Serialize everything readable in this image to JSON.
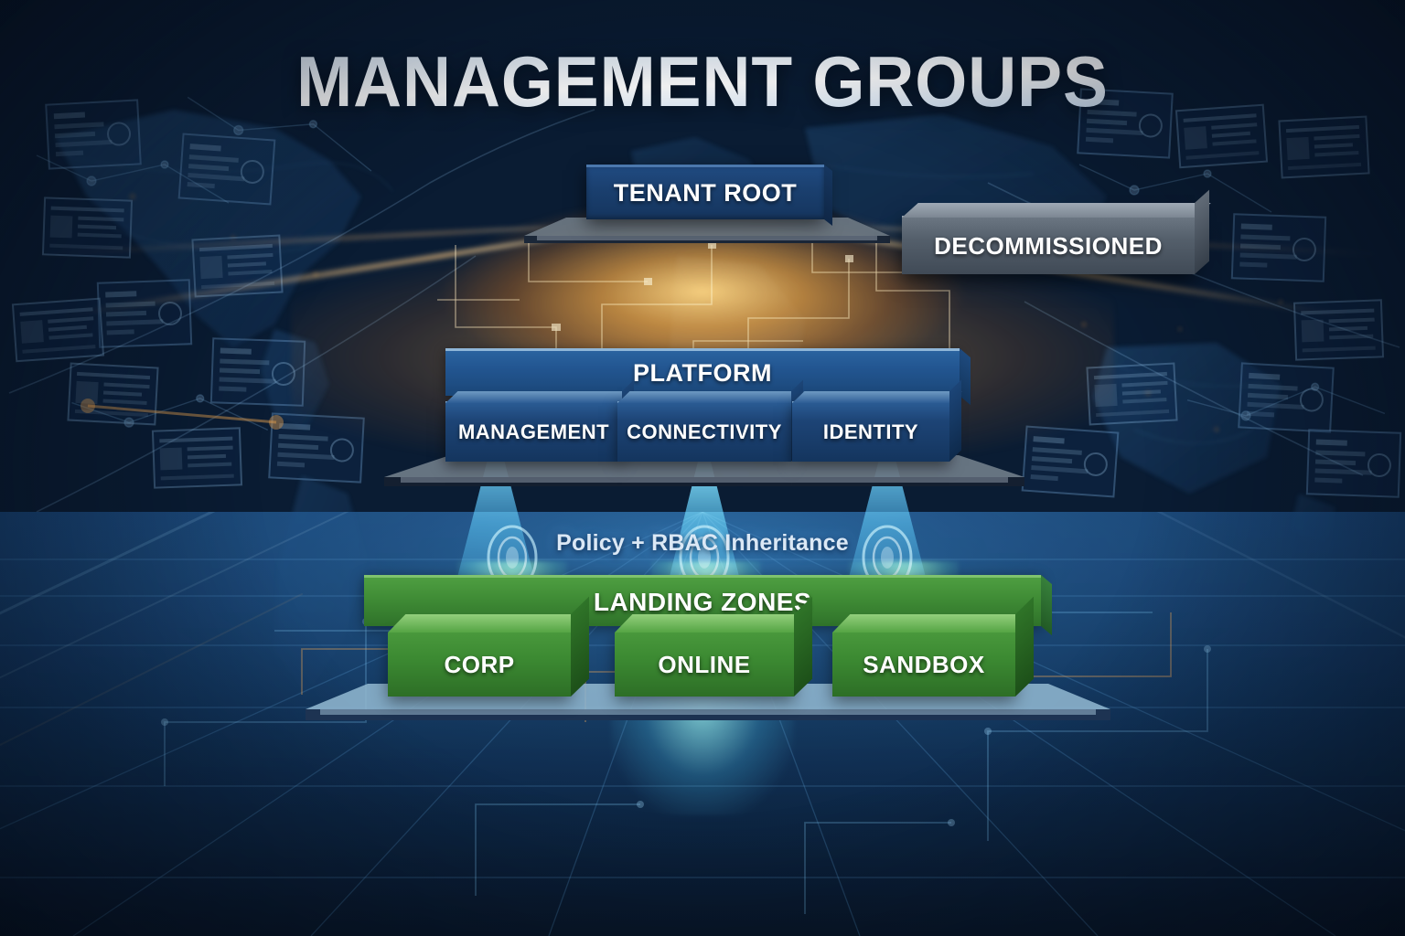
{
  "title": "MANAGEMENT GROUPS",
  "hierarchy": {
    "root": {
      "label": "TENANT ROOT"
    },
    "aside": {
      "label": "DECOMMISSIONED"
    },
    "tiers": [
      {
        "label": "PLATFORM",
        "children": [
          {
            "label": "MANAGEMENT"
          },
          {
            "label": "CONNECTIVITY"
          },
          {
            "label": "IDENTITY"
          }
        ]
      },
      {
        "label": "LANDING ZONES",
        "children": [
          {
            "label": "CORP"
          },
          {
            "label": "ONLINE"
          },
          {
            "label": "SANDBOX"
          }
        ]
      }
    ],
    "inheritance_label": "Policy + RBAC Inheritance"
  },
  "colors": {
    "title_light": "#cfe2f4",
    "title_white": "#ffffff",
    "tenant_root": "#1a3f6e",
    "decommissioned": "#55606c",
    "platform": "#225590",
    "platform_child": "#1d4476",
    "landing_zones": "#3f8b35",
    "landing_zone_child": "#3c8a32",
    "beam_blue": "#3fb7f5",
    "core_orange": "#ffb84d",
    "background": "#0a1c33",
    "caption_text": "#dbe8f5"
  }
}
